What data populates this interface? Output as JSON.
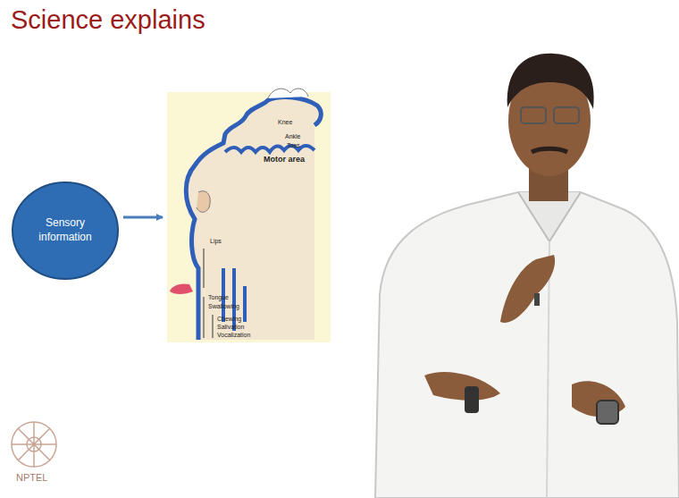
{
  "diagram": {
    "title": "Science explains",
    "nodes": [
      {
        "text": [
          "Sensory information"
        ]
      },
      {
        "text": [
          "Motor area",
          "Knee",
          "Ankle",
          "Toes",
          "Lips",
          "Tongue",
          "Swallowing",
          "Chewing",
          "Salivation",
          "Vocalization"
        ]
      }
    ],
    "edges": [
      {
        "from": 0,
        "to": 1,
        "arrow": "to"
      }
    ],
    "labels": [
      "NPTEL"
    ]
  }
}
